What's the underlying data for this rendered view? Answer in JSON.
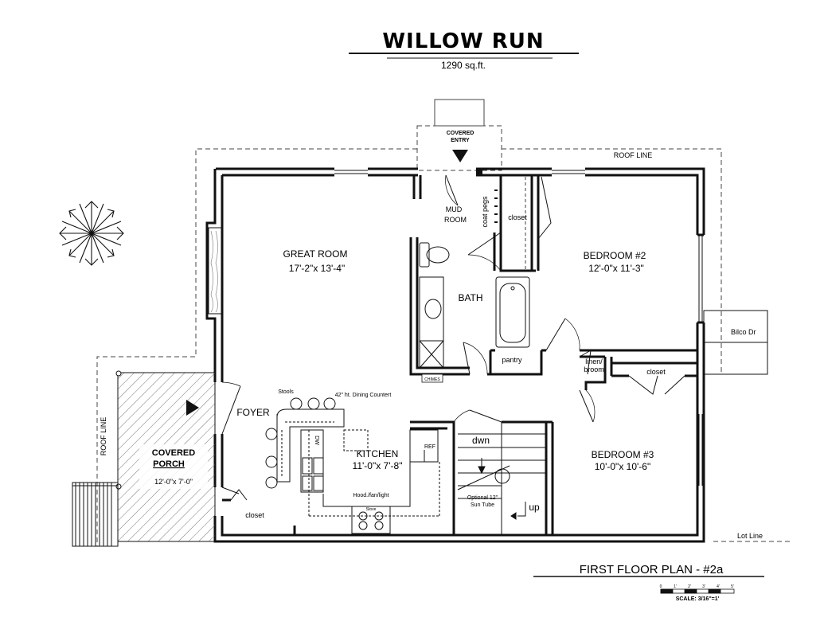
{
  "header": {
    "title": "WILLOW RUN",
    "area": "1290 sq.ft."
  },
  "labels": {
    "covered_entry_1": "COVERED",
    "covered_entry_2": "ENTRY",
    "roof_line_top": "ROOF LINE",
    "roof_line_left": "ROOF LINE",
    "lot_line": "Lot Line",
    "bilco": "Bilco Dr",
    "mud_1": "MUD",
    "mud_2": "ROOM",
    "coat_pegs": "coat pegs",
    "closet_mud": "closet",
    "great_room": "GREAT ROOM",
    "great_room_dim": "17'-2\"x 13'-4\"",
    "bath": "BATH",
    "bedroom2": "BEDROOM #2",
    "bedroom2_dim": "12'-0\"x 11'-3\"",
    "pantry": "pantry",
    "linen_1": "linen/",
    "linen_2": "broom",
    "closet_bed3": "closet",
    "chimes": "CHIMES",
    "stools": "Stools",
    "dining_counter": "42\" ht. Dining Countert",
    "foyer": "FOYER",
    "porch_1": "COVERED",
    "porch_2": "PORCH",
    "porch_dim": "12'-0\"x 7'-0\"",
    "kitchen": "KITCHEN",
    "kitchen_dim": "11'-0\"x 7'-8\"",
    "dw": "DW",
    "ref": "REF",
    "hood": "Hood./fan/light",
    "stove": "Stove",
    "closet_foyer": "closet",
    "dwn": "dwn",
    "sun_tube_1": "Optional 12\"",
    "sun_tube_2": "Sun Tube",
    "up": "up",
    "bedroom3": "BEDROOM #3",
    "bedroom3_dim": "10'-0\"x 10'-6\"",
    "plan_title": "FIRST FLOOR PLAN - #2a",
    "scale": "SCALE: 3/16\"=1'",
    "scale_ticks": [
      "0",
      "1'",
      "2'",
      "3'",
      "4'",
      "5'"
    ]
  }
}
